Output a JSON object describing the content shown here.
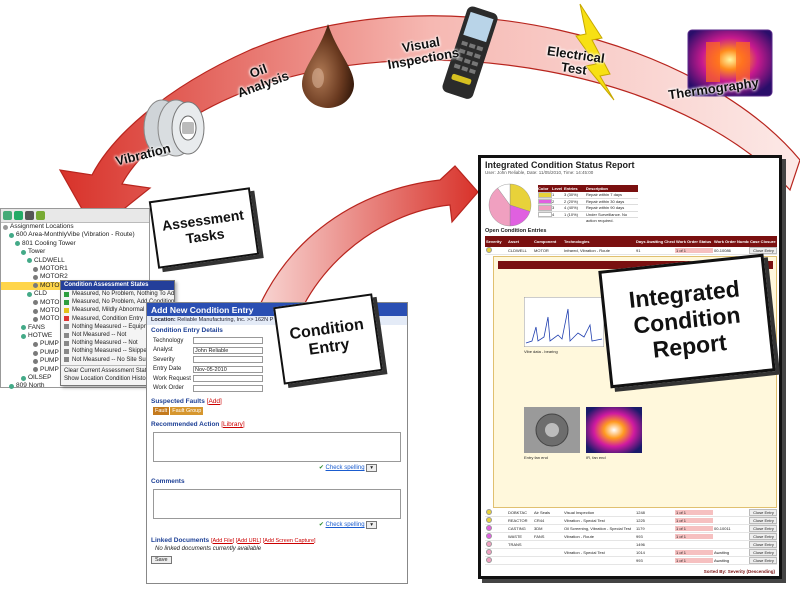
{
  "technologies": {
    "vibration": "Vibration",
    "oil": "Oil\nAnalysis",
    "visual": "Visual\nInspections",
    "electrical": "Electrical\nTest",
    "thermography": "Thermography"
  },
  "callouts": {
    "assessment": "Assessment\nTasks",
    "condition_entry": "Condition\nEntry",
    "report": "Integrated\nCondition\nReport"
  },
  "tree": {
    "rows": [
      {
        "label": "Assignment Locations",
        "indent": 0
      },
      {
        "label": "600 Area-MonthlyVibe (Vibration - Route)",
        "indent": 1
      },
      {
        "label": "801 Cooling Tower",
        "indent": 2
      },
      {
        "label": "Tower",
        "indent": 3
      },
      {
        "label": "CLDWELL",
        "indent": 4
      },
      {
        "label": "MOTOR1",
        "indent": 5
      },
      {
        "label": "MOTOR2",
        "indent": 5
      },
      {
        "label": "MOTO",
        "indent": 5,
        "selected": true
      },
      {
        "label": "CLD",
        "indent": 4
      },
      {
        "label": "MOTO",
        "indent": 5
      },
      {
        "label": "MOTO",
        "indent": 5
      },
      {
        "label": "MOTO",
        "indent": 5
      },
      {
        "label": "FANS",
        "indent": 3
      },
      {
        "label": "HOTWE",
        "indent": 3
      },
      {
        "label": "PUMP",
        "indent": 5
      },
      {
        "label": "PUMP",
        "indent": 5
      },
      {
        "label": "PUMP",
        "indent": 5
      },
      {
        "label": "PUMP",
        "indent": 5
      },
      {
        "label": "OILSEP",
        "indent": 3
      },
      {
        "label": "809 North",
        "indent": 1
      }
    ]
  },
  "context_menu": {
    "header": "Condition Assessment States",
    "items": [
      {
        "label": "Measured, No Problem, Nothing To Add",
        "color": "#2e9e3e"
      },
      {
        "label": "Measured, No Problem, Add Condition Comment",
        "color": "#2e9e3e"
      },
      {
        "label": "Measured, Mildly Abnormal",
        "color": "#e2c21c"
      },
      {
        "label": "Measured, Condition Entry",
        "color": "#d33"
      },
      {
        "label": "Nothing Measured -- Equipment",
        "color": "#888"
      },
      {
        "label": "Not Measured -- Not",
        "color": "#888"
      },
      {
        "label": "Nothing Measured -- Not",
        "color": "#888"
      },
      {
        "label": "Nothing Measured -- Skipped",
        "color": "#888"
      },
      {
        "label": "Not Measured -- No Site Su",
        "color": "#888"
      }
    ],
    "footer_items": [
      "Clear Current Assessment State",
      "Show Location Condition History"
    ]
  },
  "form": {
    "title": "Add New Condition Entry",
    "location_label": "Location:",
    "location_value": "Reliable Manufacturing, Inc. >> 162N P",
    "section_details": "Condition Entry Details",
    "fields": [
      {
        "label": "Technology",
        "value": ""
      },
      {
        "label": "Analyst",
        "value": "John Reliable"
      },
      {
        "label": "Severity",
        "value": ""
      },
      {
        "label": "Entry Date",
        "value": "Nov-05-2010"
      },
      {
        "label": "Work Request",
        "value": ""
      },
      {
        "label": "Work Order",
        "value": ""
      }
    ],
    "suspected_faults": "Suspected Faults",
    "add_link": "Add",
    "fault_chip": "Fault",
    "fault_group_chip": "Fault Group",
    "recommended_action": "Recommended Action",
    "library_link": "Library",
    "check_spelling": "Check spelling",
    "comments": "Comments",
    "linked_documents": "Linked Documents",
    "add_file": "Add File",
    "add_url": "Add URL",
    "add_screen_capture": "Add Screen Capture",
    "no_docs": "No linked documents currently available",
    "save": "Save"
  },
  "report": {
    "title": "Integrated Condition Status Report",
    "subtitle": "User: John Reliable, Date: 11/05/2010, Time: 14:45:00",
    "legend_headers": [
      "Color",
      "Level",
      "Entries",
      "Description"
    ],
    "legend_rows": [
      {
        "color": "#e8d23a",
        "level": "1",
        "entries": "3 (30%)",
        "desc": "Repair within 7 days"
      },
      {
        "color": "#e060e0",
        "level": "2",
        "entries": "2 (20%)",
        "desc": "Repair within 30 days"
      },
      {
        "color": "#f0a0c0",
        "level": "3",
        "entries": "4 (40%)",
        "desc": "Repair within 90 days"
      },
      {
        "color": "#ffffff",
        "level": "4",
        "entries": "1 (10%)",
        "desc": "Under Surveillance. No action required."
      }
    ],
    "open_entries": "Open Condition Entries",
    "columns": [
      "Severity",
      "Asset",
      "Component",
      "Technologies",
      "Days Awaiting Checkoff",
      "Work Order Status",
      "Work Order Numbers",
      "Case Closure"
    ],
    "rows": [
      {
        "asset": "CLDWELL",
        "component": "MOTOR",
        "tech": "Infrared, Vibration - Route",
        "days": "91",
        "status": "1 of 1",
        "wo": "00-10086",
        "close": "Close Entry",
        "sev": "#e8d23a"
      },
      {
        "asset": "DOBKTAC",
        "component": "Air Seals",
        "tech": "Visual Inspection",
        "days": "1248",
        "status": "1 of 1",
        "wo": "",
        "close": "Close Entry",
        "sev": "#e8d23a"
      },
      {
        "asset": "REACTOR",
        "component": "CR44",
        "tech": "Vibration - Special Test",
        "days": "1225",
        "status": "1 of 1",
        "wo": "",
        "close": "Close Entry",
        "sev": "#e8d23a"
      },
      {
        "asset": "CASTING",
        "component": "3DM",
        "tech": "Oil Screening, Vibration - Special Test",
        "days": "1179",
        "status": "1 of 1",
        "wo": "00-10011",
        "close": "Close Entry",
        "sev": "#e060e0"
      },
      {
        "asset": "WASTE",
        "component": "FANS",
        "tech": "Vibration - Route",
        "days": "993",
        "status": "1 of 1",
        "wo": "",
        "close": "Close Entry",
        "sev": "#e060e0"
      },
      {
        "asset": "TRANS",
        "component": "",
        "tech": "",
        "days": "1496",
        "status": "",
        "wo": "",
        "close": "Close Entry",
        "sev": "#f0a0c0"
      },
      {
        "asset": "",
        "component": "",
        "tech": "Vibration - Special Test",
        "days": "1014",
        "status": "1 of 1",
        "wo": "Awaiting",
        "close": "Close Entry",
        "sev": "#f0a0c0"
      },
      {
        "asset": "",
        "component": "",
        "tech": "",
        "days": "993",
        "status": "1 of 1",
        "wo": "Awaiting",
        "close": "Close Entry",
        "sev": "#f0a0c0"
      }
    ],
    "sorted_by": "Sorted By: Severity (Descending)",
    "image_caption_1": "Vibe data - bearing",
    "image_caption_2": "Entry fan end",
    "image_caption_3": "IR, fan end"
  },
  "pie_values": [
    30,
    20,
    40,
    10
  ],
  "colors": {
    "arrow": "#d9423a",
    "arrow_light": "#f3b3ad",
    "form_title": "#2a4fb3",
    "report_header": "#7a1010"
  }
}
